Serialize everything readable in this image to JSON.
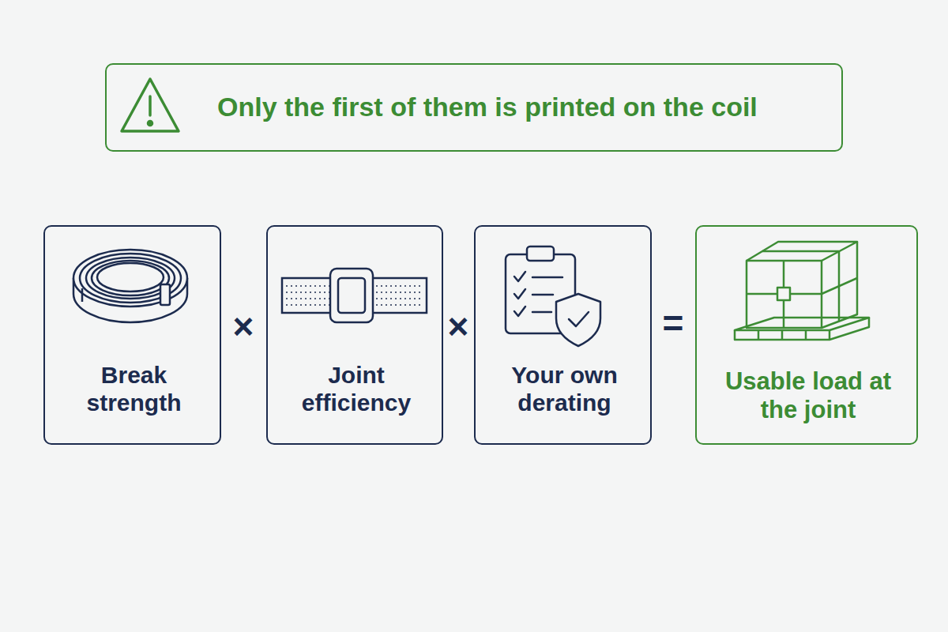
{
  "diagram": {
    "nodes": [
      {
        "text": [
          "Only the first of them is printed on the coil"
        ]
      },
      {
        "text": [
          "Break strength"
        ]
      },
      {
        "text": [
          "Joint efficiency"
        ]
      },
      {
        "text": [
          "Your own derating"
        ]
      },
      {
        "text": [
          "Usable load at the joint"
        ]
      }
    ],
    "labels": [
      "×",
      "×",
      "="
    ]
  }
}
